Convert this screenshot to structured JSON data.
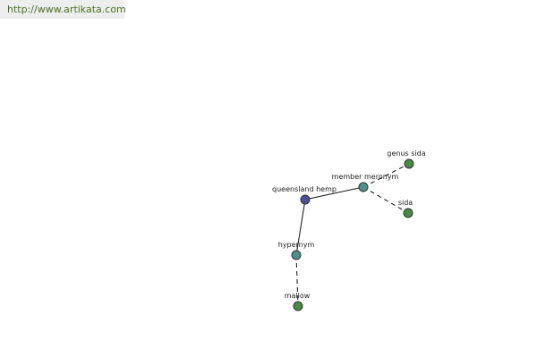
{
  "header": {
    "url": "http://www.artikata.com"
  },
  "graph": {
    "colors": {
      "root": "#4d4d9b",
      "relation": "#4e8f8f",
      "term": "#4a8a45"
    },
    "nodes": [
      {
        "id": "queensland-hemp",
        "label": "queensland hemp",
        "kind": "root"
      },
      {
        "id": "member-meronym",
        "label": "member meronym",
        "kind": "relation"
      },
      {
        "id": "genus-sida",
        "label": "genus sida",
        "kind": "term"
      },
      {
        "id": "sida",
        "label": "sida",
        "kind": "term"
      },
      {
        "id": "hypernym",
        "label": "hypernym",
        "kind": "relation"
      },
      {
        "id": "mallow",
        "label": "mallow",
        "kind": "term"
      }
    ],
    "edges": [
      {
        "from": "queensland-hemp",
        "to": "member-meronym",
        "style": "solid"
      },
      {
        "from": "member-meronym",
        "to": "genus-sida",
        "style": "dashed"
      },
      {
        "from": "member-meronym",
        "to": "sida",
        "style": "dashed"
      },
      {
        "from": "queensland-hemp",
        "to": "hypernym",
        "style": "solid"
      },
      {
        "from": "hypernym",
        "to": "mallow",
        "style": "dashed"
      }
    ]
  }
}
